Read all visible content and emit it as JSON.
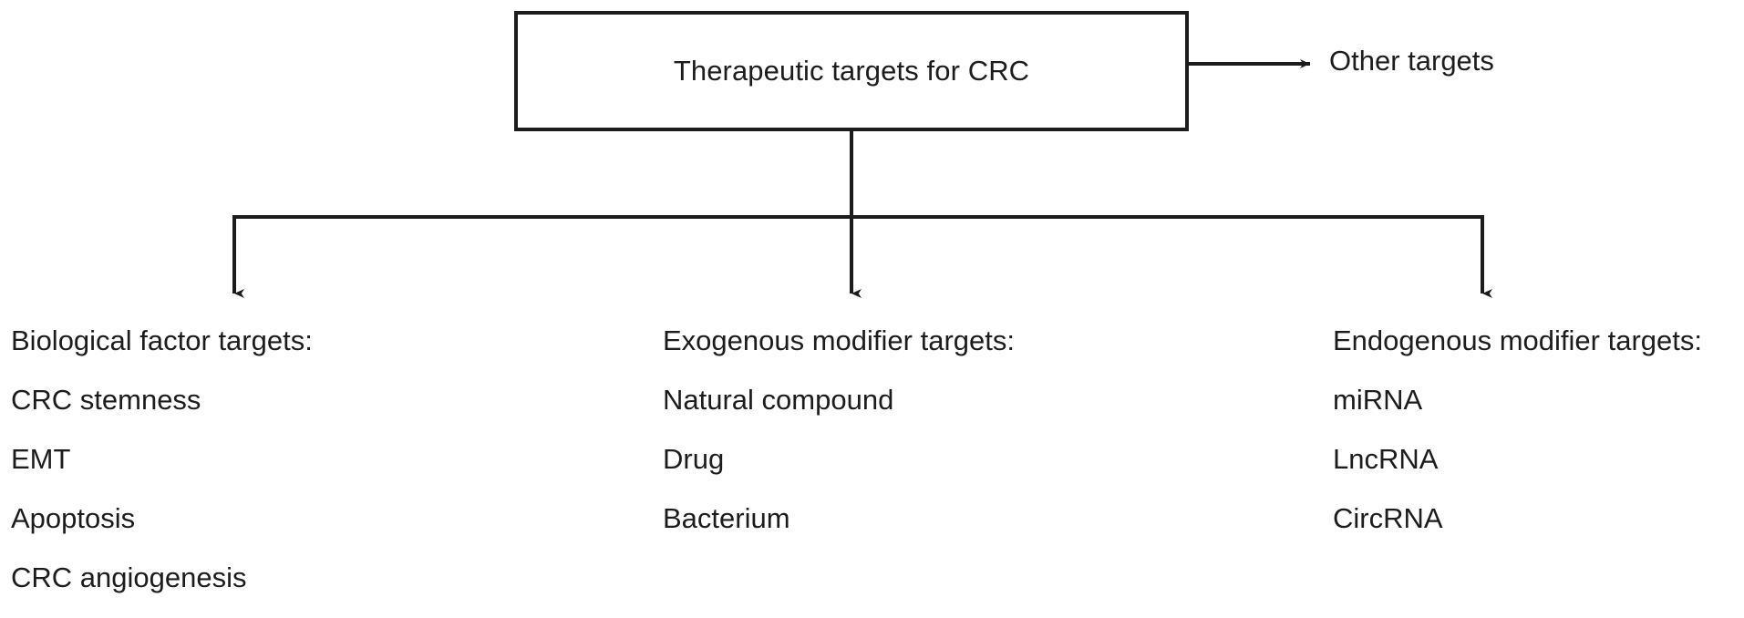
{
  "figure": {
    "title": "Therapeutic targets for CRC",
    "background_color": "#ffffff",
    "line_color": "#1c1c1c",
    "text_color": "#1c1c1c"
  },
  "root": {
    "label": "Therapeutic targets for CRC"
  },
  "side_branch": {
    "label": "Other targets",
    "arrow_direction": "right"
  },
  "columns": [
    {
      "heading": "Biological factor targets:",
      "items": [
        "CRC stemness",
        "EMT",
        "Apoptosis",
        "CRC angiogenesis"
      ]
    },
    {
      "heading": "Exogenous modifier targets:",
      "items": [
        "Natural compound",
        "Drug",
        "Bacterium"
      ]
    },
    {
      "heading": "Endogenous modifier targets:",
      "items": [
        "miRNA",
        "LncRNA",
        "CircRNA"
      ]
    }
  ],
  "connectors": {
    "trunk": "vertical line from root box bottom to horizontal bus",
    "bus": "horizontal distribution bus",
    "branch_arrows": 3,
    "branch_arrow_direction": "down"
  }
}
